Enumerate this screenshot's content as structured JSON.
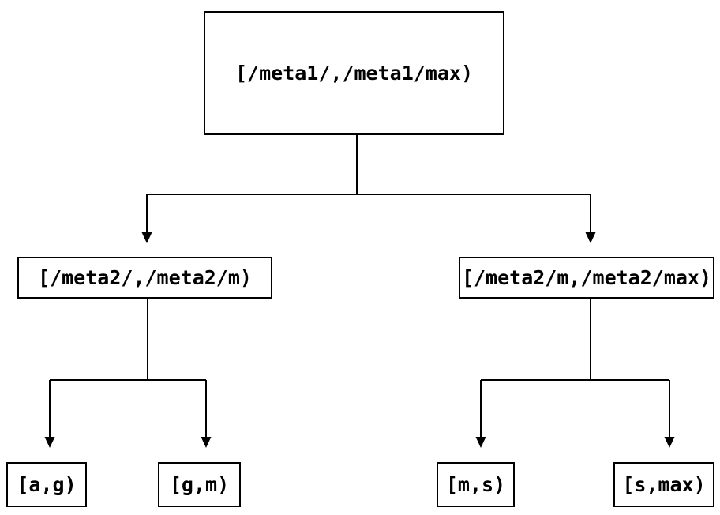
{
  "nodes": {
    "root": {
      "label": "[/meta1/,/meta1/max)"
    },
    "left": {
      "label": "[/meta2/,/meta2/m)"
    },
    "right": {
      "label": "[/meta2/m,/meta2/max)"
    },
    "leaf_ag": {
      "label": "[a,g)"
    },
    "leaf_gm": {
      "label": "[g,m)"
    },
    "leaf_ms": {
      "label": "[m,s)"
    },
    "leaf_smax": {
      "label": "[s,max)"
    }
  },
  "tree": {
    "root": "[/meta1/,/meta1/max)",
    "children": [
      {
        "label": "[/meta2/,/meta2/m)",
        "children": [
          "[a,g)",
          "[g,m)"
        ]
      },
      {
        "label": "[/meta2/m,/meta2/max)",
        "children": [
          "[m,s)",
          "[s,max)"
        ]
      }
    ]
  },
  "colors": {
    "line": "#000000",
    "box_border": "#000000",
    "box_fill": "#ffffff",
    "text": "#000000",
    "background": "#ffffff"
  }
}
